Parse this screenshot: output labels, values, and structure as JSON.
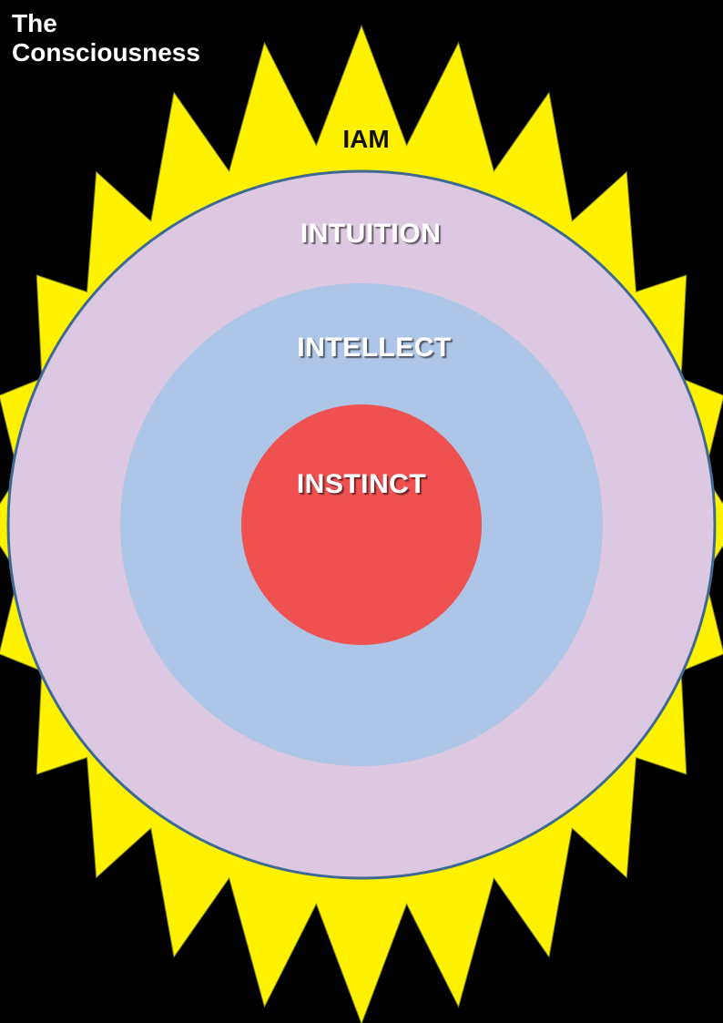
{
  "title": {
    "line1": "The",
    "line2": "Consciousness"
  },
  "rings": {
    "outer_label": "IAM",
    "intuition_label": "INTUITION",
    "intellect_label": "INTELLECT",
    "instinct_label": "INSTINCT"
  },
  "colors": {
    "background": "#000000",
    "sun": "#FFF200",
    "intuition": "#DDC8E2",
    "intellect": "#ADC5E6",
    "instinct": "#EF5050",
    "outline": "#3E6A92"
  },
  "sun": {
    "rays": 24
  }
}
